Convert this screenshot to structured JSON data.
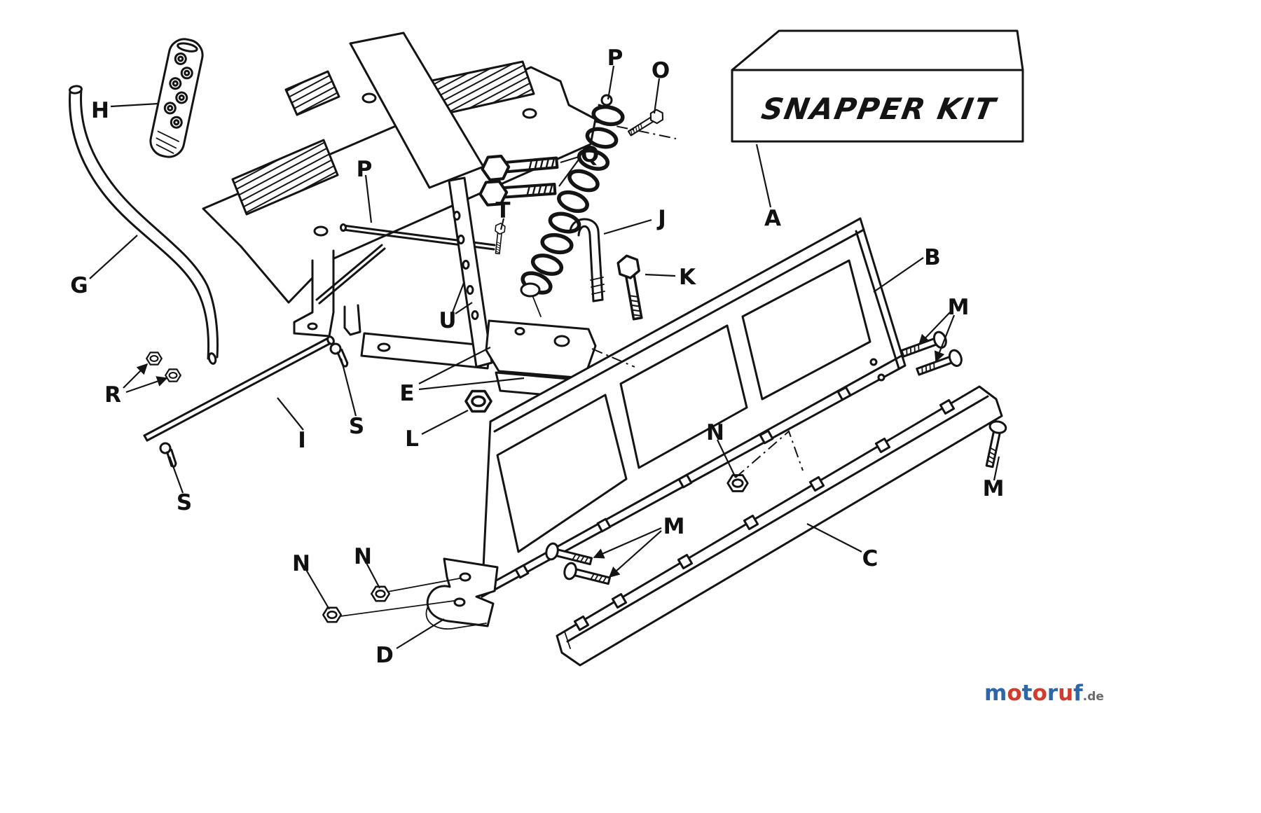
{
  "kit_box": {
    "label": "SNAPPER KIT"
  },
  "callouts": [
    {
      "part": "A"
    },
    {
      "part": "B"
    },
    {
      "part": "C"
    },
    {
      "part": "D"
    },
    {
      "part": "E"
    },
    {
      "part": "G"
    },
    {
      "part": "H"
    },
    {
      "part": "I"
    },
    {
      "part": "J"
    },
    {
      "part": "K"
    },
    {
      "part": "L"
    },
    {
      "part": "M"
    },
    {
      "part": "M"
    },
    {
      "part": "M"
    },
    {
      "part": "N"
    },
    {
      "part": "N"
    },
    {
      "part": "N"
    },
    {
      "part": "O"
    },
    {
      "part": "P"
    },
    {
      "part": "P"
    },
    {
      "part": "Q"
    },
    {
      "part": "R"
    },
    {
      "part": "S"
    },
    {
      "part": "S"
    },
    {
      "part": "T"
    },
    {
      "part": "U"
    }
  ],
  "watermark": {
    "letters": [
      {
        "ch": "m",
        "color": "#2e66a8"
      },
      {
        "ch": "o",
        "color": "#d23b2e"
      },
      {
        "ch": "t",
        "color": "#2e66a8"
      },
      {
        "ch": "o",
        "color": "#d23b2e"
      },
      {
        "ch": "r",
        "color": "#2e66a8"
      },
      {
        "ch": "u",
        "color": "#d23b2e"
      },
      {
        "ch": "f",
        "color": "#2e66a8"
      }
    ],
    "suffix": ".de",
    "suffix_color": "#6b6b6b"
  },
  "colors": {
    "ink": "#141414",
    "paper": "#ffffff"
  }
}
